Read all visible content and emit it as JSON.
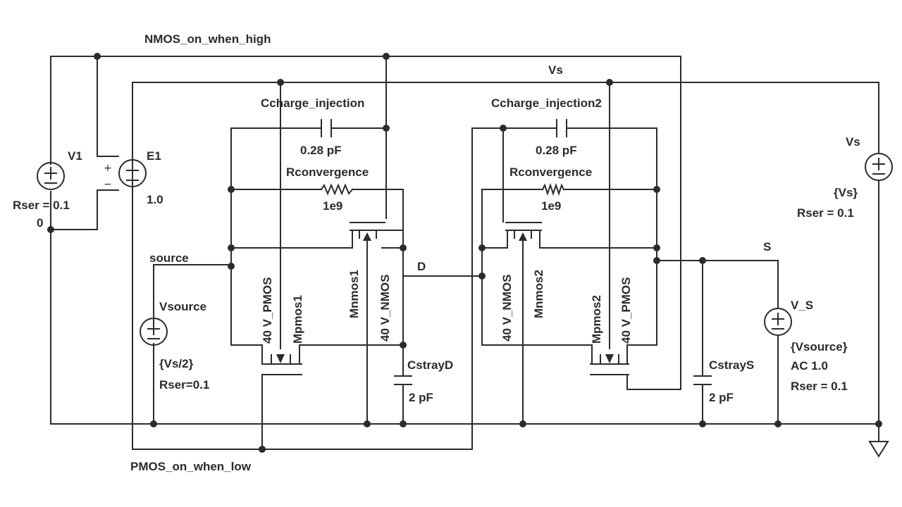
{
  "nets": {
    "nmos_on_when_high": "NMOS_on_when_high",
    "pmos_on_when_low": "PMOS_on_when_low",
    "vs": "Vs",
    "source": "source",
    "d": "D",
    "s": "S"
  },
  "components": {
    "v1": {
      "name": "V1",
      "rser": "Rser = 0.1",
      "value": "0"
    },
    "e1": {
      "name": "E1",
      "gain": "1.0",
      "plus": "+",
      "minus": "−"
    },
    "vs_source": {
      "name": "Vs",
      "value": "{Vs}",
      "rser": "Rser = 0.1"
    },
    "vsource": {
      "name": "Vsource",
      "value": "{Vs/2}",
      "rser": "Rser=0.1"
    },
    "v_s": {
      "name": "V_S",
      "value": "{Vsource}",
      "ac": "AC 1.0",
      "rser": "Rser = 0.1"
    },
    "c_inj1": {
      "name": "Ccharge_injection",
      "value": "0.28 pF"
    },
    "c_inj2": {
      "name": "Ccharge_injection2",
      "value": "0.28 pF"
    },
    "r_conv1": {
      "name": "Rconvergence",
      "value": "1e9"
    },
    "r_conv2": {
      "name": "Rconvergence",
      "value": "1e9"
    },
    "mpmos1": {
      "name": "Mpmos1",
      "model": "40 V_PMOS"
    },
    "mnmos1": {
      "name": "Mnmos1",
      "model": "40 V_NMOS"
    },
    "mnmos2": {
      "name": "Mnmos2",
      "model": "40 V_NMOS"
    },
    "mpmos2": {
      "name": "Mpmos2",
      "model": "40 V_PMOS"
    },
    "cstrayd": {
      "name": "CstrayD",
      "value": "2 pF"
    },
    "cstrays": {
      "name": "CstrayS",
      "value": "2 pF"
    }
  },
  "colors": {
    "wire": "#2b2b2b",
    "background": "#ffffff"
  }
}
